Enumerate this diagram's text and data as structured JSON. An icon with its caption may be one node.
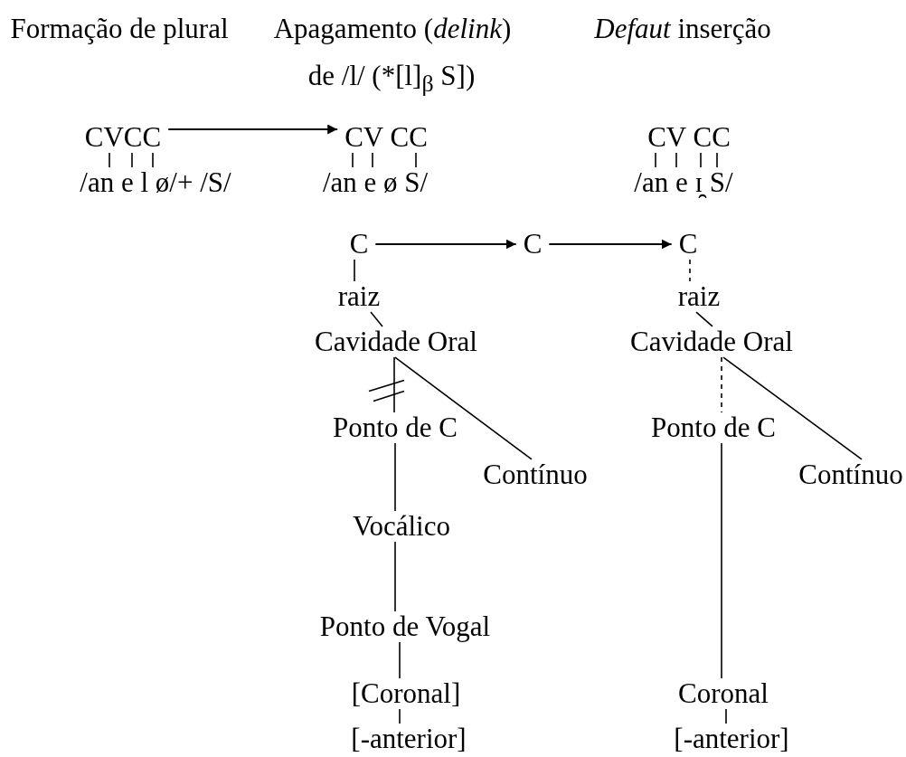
{
  "diagram": {
    "nodes": [
      {
        "text": [
          "CVCC"
        ]
      },
      {
        "text": [
          "/an e l ø/+ /S/"
        ]
      },
      {
        "text": [
          "CV CC"
        ]
      },
      {
        "text": [
          "/an e ø S/"
        ]
      },
      {
        "text": [
          "CV CC"
        ]
      },
      {
        "text": [
          "/an e ɪ̯ S/"
        ]
      },
      {
        "text": [
          "C"
        ]
      },
      {
        "text": [
          "C"
        ]
      },
      {
        "text": [
          "C"
        ]
      },
      {
        "text": [
          "raiz"
        ]
      },
      {
        "text": [
          "Cavidade Oral"
        ]
      },
      {
        "text": [
          "Ponto de C"
        ]
      },
      {
        "text": [
          "Contínuo"
        ]
      },
      {
        "text": [
          "Vocálico"
        ]
      },
      {
        "text": [
          "Ponto de Vogal"
        ]
      },
      {
        "text": [
          "[Coronal]"
        ]
      },
      {
        "text": [
          "[-anterior]"
        ]
      },
      {
        "text": [
          "raiz"
        ]
      },
      {
        "text": [
          "Cavidade Oral"
        ]
      },
      {
        "text": [
          "Ponto de C"
        ]
      },
      {
        "text": [
          "Contínuo"
        ]
      },
      {
        "text": [
          "Coronal"
        ]
      },
      {
        "text": [
          "[-anterior]"
        ]
      }
    ],
    "edges": [
      {
        "from": 0,
        "to": 2,
        "arrow": "to"
      },
      {
        "from": 0,
        "to": 1,
        "arrow": "none"
      },
      {
        "from": 0,
        "to": 1,
        "arrow": "none"
      },
      {
        "from": 0,
        "to": 1,
        "arrow": "none"
      },
      {
        "from": 2,
        "to": 3,
        "arrow": "none"
      },
      {
        "from": 2,
        "to": 3,
        "arrow": "none"
      },
      {
        "from": 2,
        "to": 3,
        "arrow": "none"
      },
      {
        "from": 4,
        "to": 5,
        "arrow": "none"
      },
      {
        "from": 4,
        "to": 5,
        "arrow": "none"
      },
      {
        "from": 4,
        "to": 5,
        "arrow": "none"
      },
      {
        "from": 4,
        "to": 5,
        "arrow": "none"
      },
      {
        "from": 6,
        "to": 7,
        "arrow": "to"
      },
      {
        "from": 7,
        "to": 8,
        "arrow": "to"
      },
      {
        "from": 6,
        "to": 9,
        "arrow": "none"
      },
      {
        "from": 9,
        "to": 10,
        "arrow": "none"
      },
      {
        "from": 10,
        "to": 11,
        "arrow": "none"
      },
      {
        "from": 10,
        "to": 12,
        "arrow": "none"
      },
      {
        "from": 11,
        "to": 13,
        "arrow": "none"
      },
      {
        "from": 13,
        "to": 14,
        "arrow": "none"
      },
      {
        "from": 14,
        "to": 15,
        "arrow": "none"
      },
      {
        "from": 15,
        "to": 16,
        "arrow": "none"
      },
      {
        "from": 8,
        "to": 17,
        "arrow": "none",
        "style": "dashed"
      },
      {
        "from": 17,
        "to": 18,
        "arrow": "none"
      },
      {
        "from": 18,
        "to": 19,
        "arrow": "none",
        "style": "dashed"
      },
      {
        "from": 18,
        "to": 20,
        "arrow": "none"
      },
      {
        "from": 19,
        "to": 21,
        "arrow": "none"
      },
      {
        "from": 21,
        "to": 22,
        "arrow": "none"
      }
    ],
    "labels": [
      "Formação de plural",
      "Apagamento (*delink*)",
      "*Defaut* inserção",
      "de  /l/ (*[l]$_{β}$ S])"
    ]
  }
}
